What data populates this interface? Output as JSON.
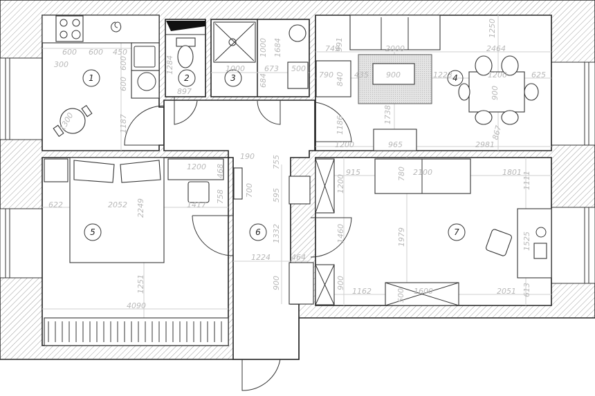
{
  "plan": {
    "rooms": [
      {
        "number": "1",
        "type": "kitchen"
      },
      {
        "number": "2",
        "type": "toilet"
      },
      {
        "number": "3",
        "type": "bathroom"
      },
      {
        "number": "4",
        "type": "living-dining"
      },
      {
        "number": "5",
        "type": "bedroom"
      },
      {
        "number": "6",
        "type": "hallway"
      },
      {
        "number": "7",
        "type": "study"
      }
    ],
    "dimensions": {
      "kitchen": [
        "600",
        "600",
        "450",
        "300",
        "600",
        "600",
        "1187",
        "1300"
      ],
      "toilet": [
        "1284",
        "897"
      ],
      "bath": [
        "1000",
        "1684",
        "1000",
        "673",
        "684",
        "500"
      ],
      "living": [
        "991",
        "749",
        "2000",
        "1250",
        "2464",
        "790",
        "840",
        "435",
        "900",
        "1223",
        "1200",
        "625",
        "900",
        "1738",
        "1186",
        "1200",
        "965",
        "2981",
        "867"
      ],
      "bedroom": [
        "1200",
        "468",
        "622",
        "2052",
        "2249",
        "1417",
        "758",
        "1251",
        "4090"
      ],
      "hall": [
        "190",
        "700",
        "755",
        "595",
        "1332",
        "1224",
        "464",
        "900"
      ],
      "study": [
        "915",
        "2100",
        "1801",
        "780",
        "1200",
        "1111",
        "1979",
        "1460",
        "1525",
        "900",
        "1162",
        "1600",
        "2051",
        "613",
        "500"
      ]
    }
  }
}
